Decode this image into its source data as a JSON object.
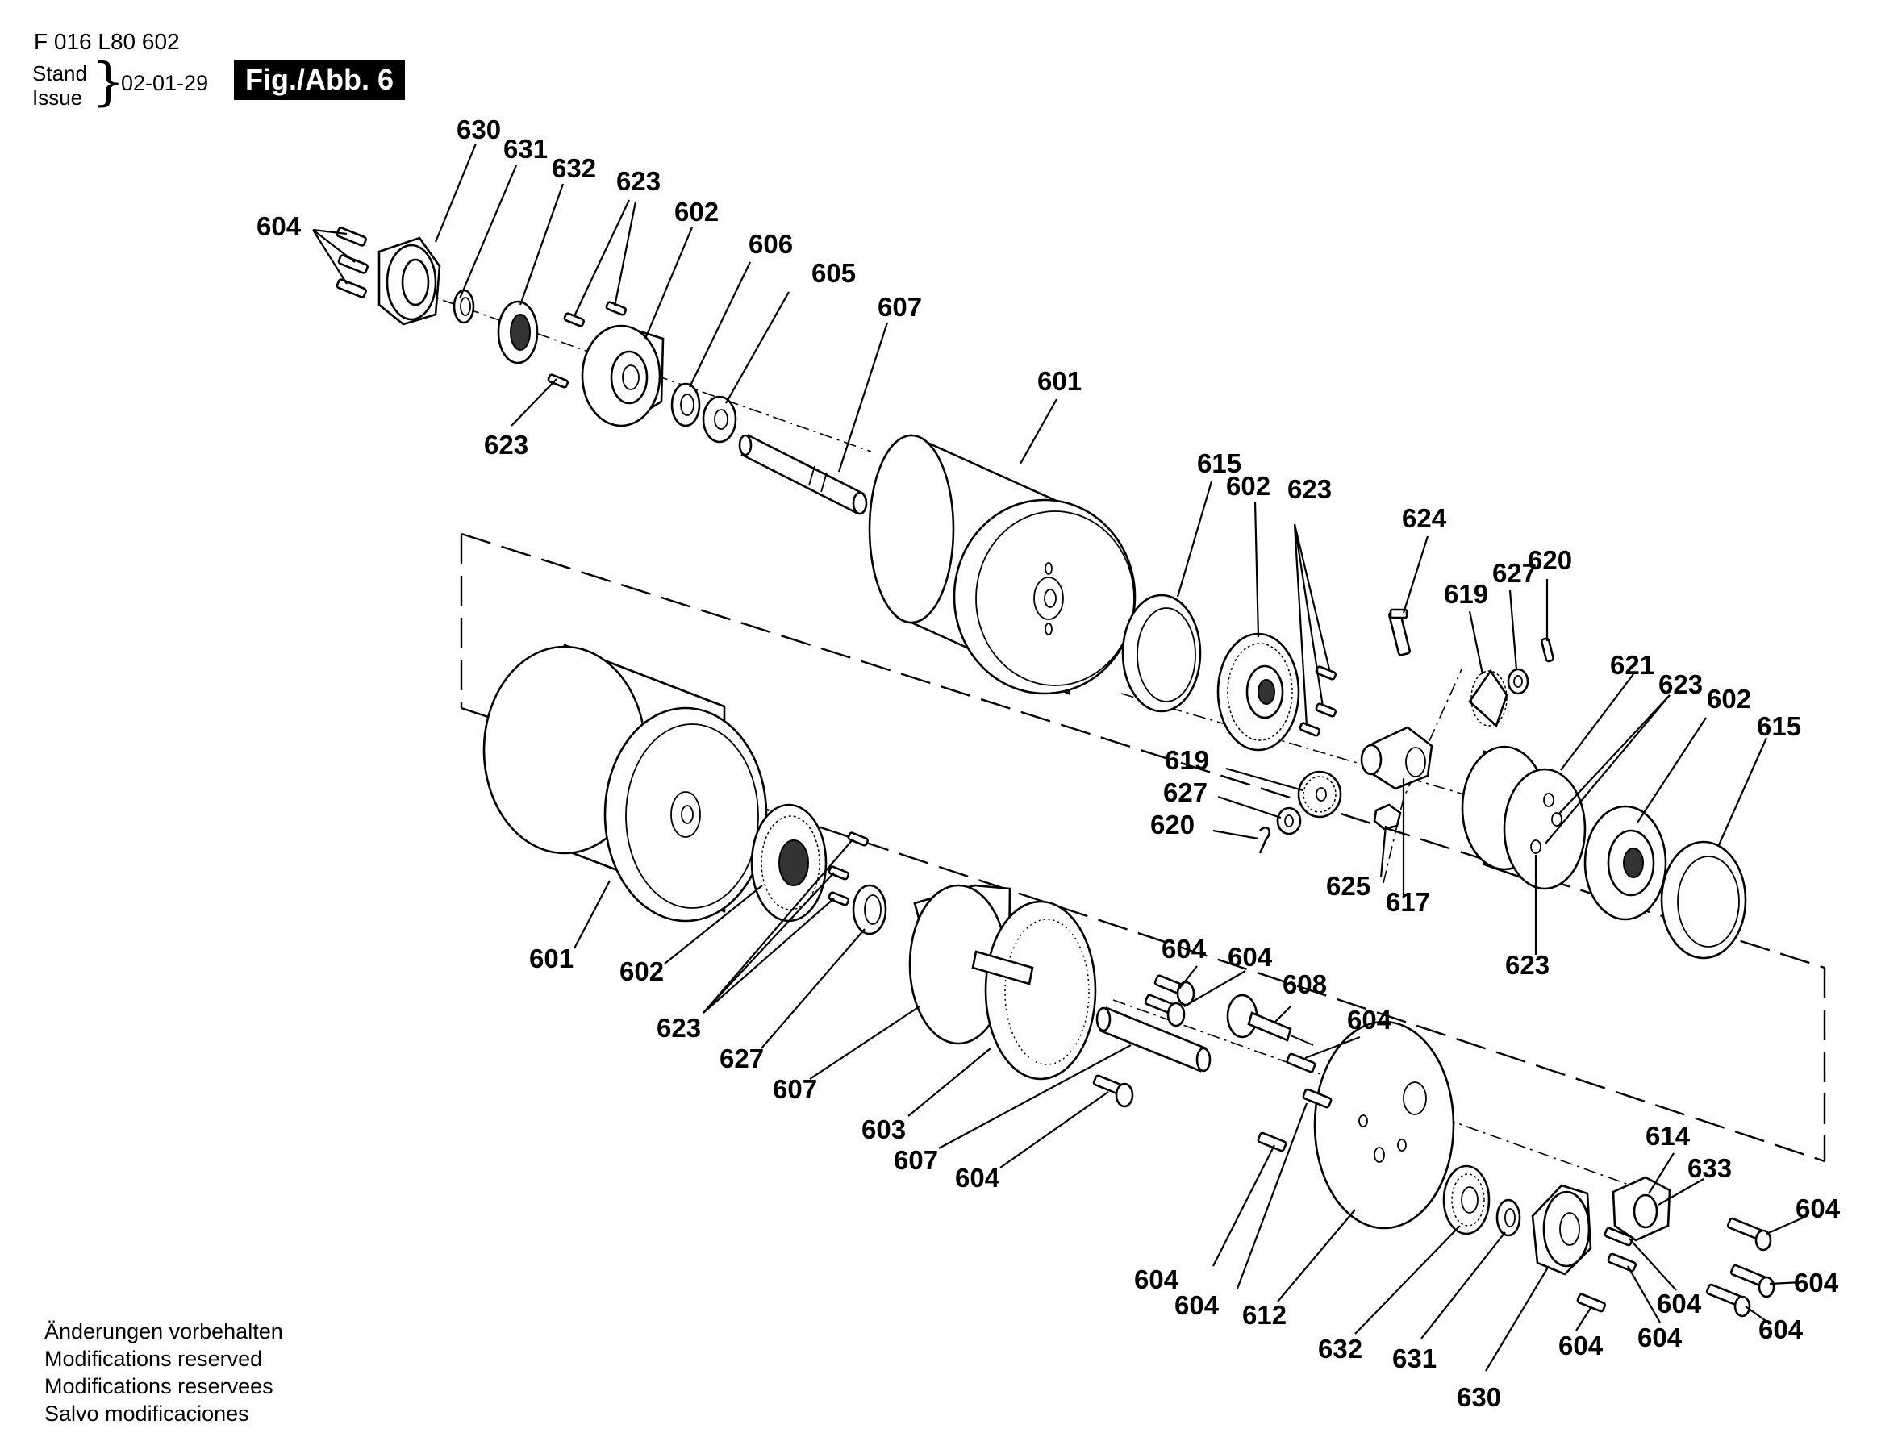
{
  "header": {
    "doc_number": "F 016 L80 602",
    "stand_label": "Stand",
    "issue_label": "Issue",
    "brace": "}",
    "date": "02-01-29",
    "figure_label": "Fig./Abb. 6"
  },
  "notes": [
    "Änderungen vorbehalten",
    "Modifications reserved",
    "Modifications reservees",
    "Salvo modificaciones"
  ],
  "callouts": {
    "c630a": "630",
    "c631a": "631",
    "c632a": "632",
    "c623a": "623",
    "c602a": "602",
    "c606": "606",
    "c605": "605",
    "c607a": "607",
    "c604a": "604",
    "c623b": "623",
    "c601a": "601",
    "c615a": "615",
    "c602b": "602",
    "c623c": "623",
    "c624": "624",
    "c627a": "627",
    "c620a": "620",
    "c619a": "619",
    "c621": "621",
    "c623d": "623",
    "c602c": "602",
    "c615b": "615",
    "c619b": "619",
    "c627b": "627",
    "c620b": "620",
    "c625": "625",
    "c617": "617",
    "c623e": "623",
    "c601b": "601",
    "c602d": "602",
    "c623f": "623",
    "c627c": "627",
    "c607b": "607",
    "c603": "603",
    "c607c": "607",
    "c604b": "604",
    "c604c": "604",
    "c604d": "604",
    "c608": "608",
    "c604e": "604",
    "c614": "614",
    "c633": "633",
    "c604f": "604",
    "c604g": "604",
    "c604h": "604",
    "c604i": "604",
    "c604j": "604",
    "c604k": "604",
    "c604l": "604",
    "c604m": "604",
    "c612": "612",
    "c632b": "632",
    "c631b": "631",
    "c630b": "630"
  }
}
